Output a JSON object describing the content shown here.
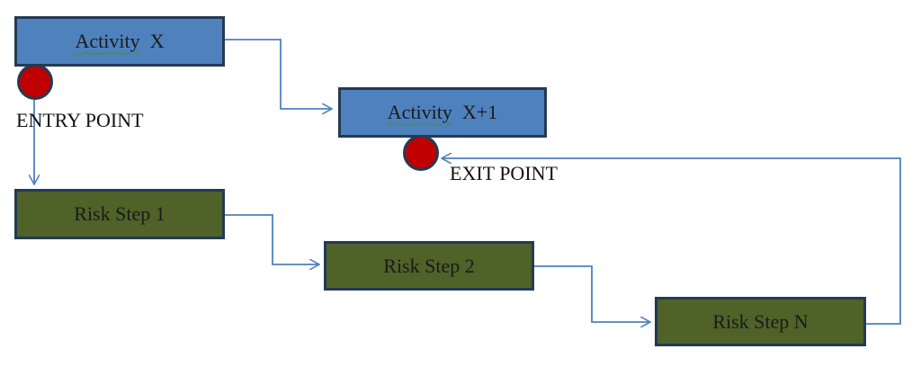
{
  "nodes": {
    "activity_x": {
      "label": "Activity",
      "suffix": "X"
    },
    "activity_x1": {
      "label": "Activity",
      "suffix": "X+1"
    },
    "risk_1": "Risk Step 1",
    "risk_2": "Risk Step 2",
    "risk_n": "Risk Step N"
  },
  "markers": {
    "entry": "ENTRY POINT",
    "exit": "EXIT POINT"
  },
  "colors": {
    "activity_fill": "#4f81bd",
    "risk_fill": "#4f6228",
    "border": "#243a54",
    "point_fill": "#c00000",
    "connector": "#4f81bd"
  }
}
